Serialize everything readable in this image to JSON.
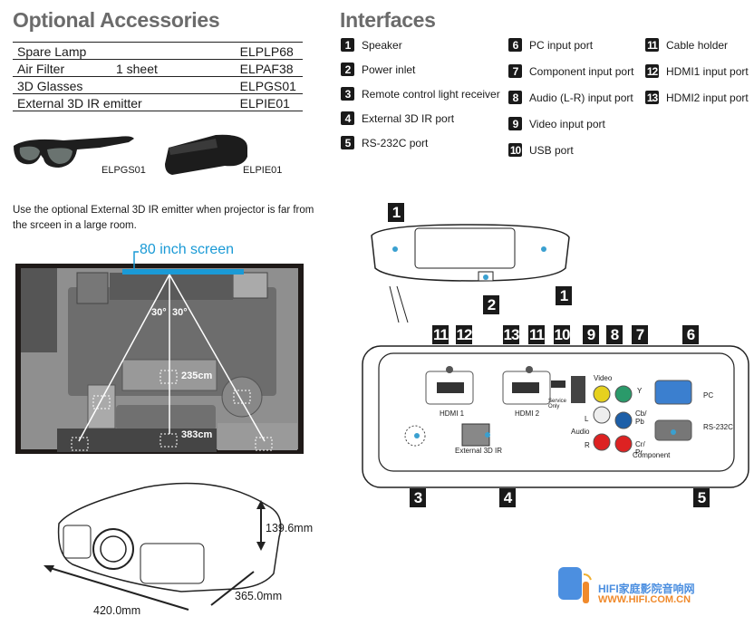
{
  "accessories": {
    "title": "Optional Accessories",
    "rows": [
      {
        "name": "Spare Lamp",
        "qty": "",
        "code": "ELPLP68"
      },
      {
        "name": "Air Filter",
        "qty": "1 sheet",
        "code": "ELPAF38"
      },
      {
        "name": "3D Glasses",
        "qty": "",
        "code": "ELPGS01"
      },
      {
        "name": "External 3D IR emitter",
        "qty": "",
        "code": "ELPIE01"
      }
    ],
    "product_captions": {
      "glasses": "ELPGS01",
      "emitter": "ELPIE01"
    },
    "description": "Use the optional External 3D IR emitter when projector is far from the srceen in a large room."
  },
  "room_diagram": {
    "screen_label": "80 inch screen",
    "angle_left": "30°",
    "angle_right": "30°",
    "distance_near": "235cm",
    "distance_far": "383cm",
    "screen_color": "#1a9ad6"
  },
  "dimensions": {
    "height": "139.6mm",
    "width": "420.0mm",
    "depth": "365.0mm"
  },
  "interfaces": {
    "title": "Interfaces",
    "columns": [
      [
        {
          "num": "1",
          "label": "Speaker"
        },
        {
          "num": "2",
          "label": "Power inlet"
        },
        {
          "num": "3",
          "label": "Remote control light receiver"
        },
        {
          "num": "4",
          "label": "External 3D IR port"
        },
        {
          "num": "5",
          "label": "RS-232C port"
        }
      ],
      [
        {
          "num": "6",
          "label": "PC input port"
        },
        {
          "num": "7",
          "label": "Component input port"
        },
        {
          "num": "8",
          "label": "Audio (L-R) input port"
        },
        {
          "num": "9",
          "label": "Video input port"
        },
        {
          "num": "10",
          "label": "USB port"
        }
      ],
      [
        {
          "num": "11",
          "label": "Cable holder"
        },
        {
          "num": "12",
          "label": "HDMI1 input port"
        },
        {
          "num": "13",
          "label": "HDMI2 input port"
        }
      ]
    ]
  },
  "panel": {
    "callouts_top": [
      "11",
      "12",
      "13",
      "11",
      "10",
      "9",
      "8",
      "7",
      "6"
    ],
    "callouts_bottom": [
      "3",
      "4",
      "5"
    ],
    "callouts_projector": [
      "1",
      "2",
      "1"
    ],
    "labels": {
      "hdmi1": "HDMI 1",
      "hdmi2": "HDMI 2",
      "service": "Service Only",
      "ext3d": "External 3D IR",
      "video": "Video",
      "audio": "Audio",
      "audio_l": "L",
      "audio_r": "R",
      "comp_y": "Y",
      "comp_cb": "Cb/ Pb",
      "comp_cr": "Cr/ Pr",
      "component": "Component",
      "pc": "PC",
      "rs232": "RS-232C"
    },
    "accent": "#3aa0d0"
  },
  "watermark": {
    "line1": "HIFI家庭影院音响网",
    "line2": "WWW.HIFI.COM.CN"
  }
}
